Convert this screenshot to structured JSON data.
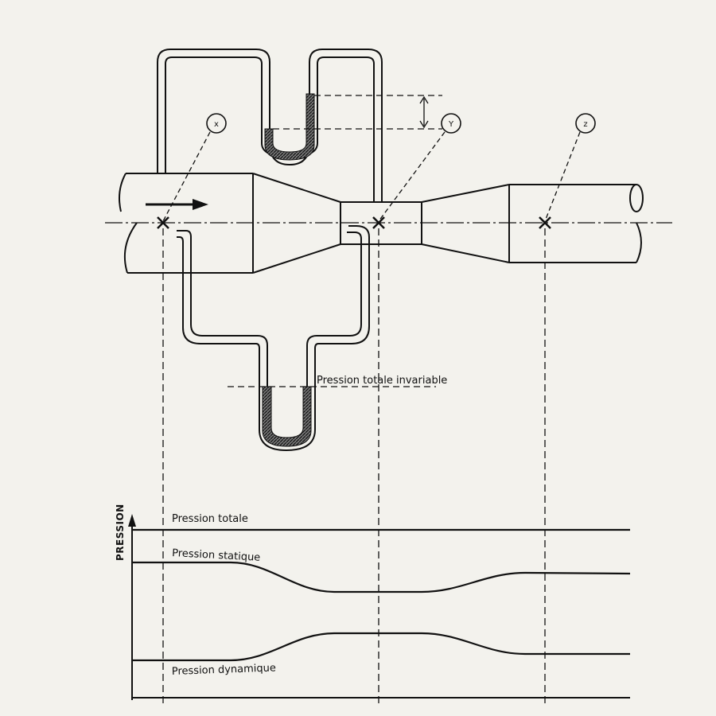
{
  "diagram": {
    "label_total_invariable": "Pression totale invariable",
    "points": {
      "x": "x",
      "y": "Y",
      "z": "z"
    }
  },
  "pressure_chart": {
    "axis_title": "PRESSION",
    "curve_labels": {
      "total": "Pression totale",
      "static": "Pression statique",
      "dynamic": "Pression dynamique"
    }
  },
  "colors": {
    "ink": "#111111",
    "paper": "#f3f2ed",
    "fluid": "#2a2a2a"
  }
}
